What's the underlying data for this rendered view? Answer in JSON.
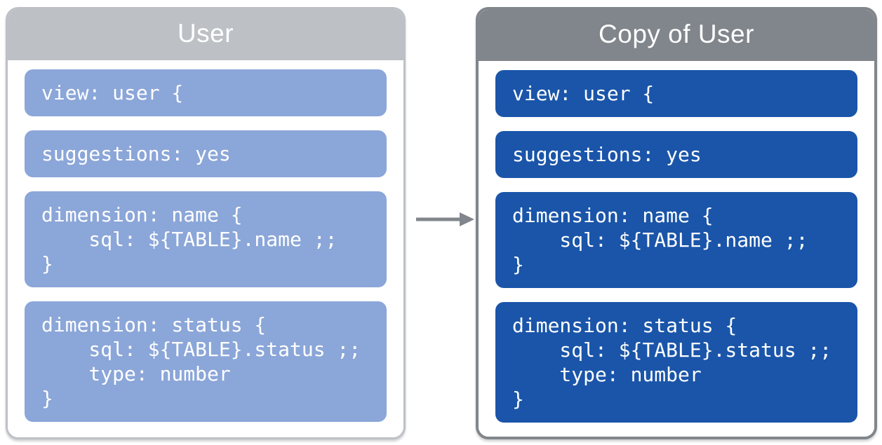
{
  "diagram": {
    "description_colors": {
      "canvas_background": "#ffffff",
      "code_text": "#ffffff",
      "arrow": "#80868b"
    },
    "panels": [
      {
        "title": "User",
        "theme": {
          "header_and_border": "#bdc1c6",
          "block_background": "#8ba6d8"
        },
        "blocks": [
          {
            "code": "view: user {"
          },
          {
            "code": "suggestions: yes"
          },
          {
            "code": "dimension: name {\n    sql: ${TABLE}.name ;;\n}"
          },
          {
            "code": "dimension: status {\n    sql: ${TABLE}.status ;;\n    type: number\n}"
          }
        ]
      },
      {
        "title": "Copy of User",
        "theme": {
          "header_and_border": "#80868b",
          "block_background": "#1a55a9"
        },
        "blocks": [
          {
            "code": "view: user {"
          },
          {
            "code": "suggestions: yes"
          },
          {
            "code": "dimension: name {\n    sql: ${TABLE}.name ;;\n}"
          },
          {
            "code": "dimension: status {\n    sql: ${TABLE}.status ;;\n    type: number\n}"
          }
        ]
      }
    ],
    "arrow": {
      "direction": "right",
      "color": "#80868b"
    }
  }
}
